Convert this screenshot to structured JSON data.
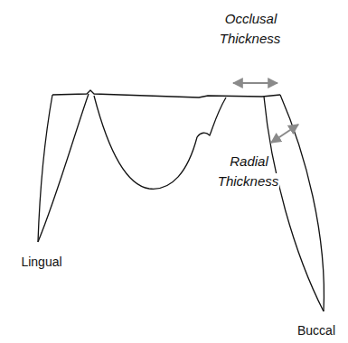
{
  "diagram": {
    "labels": [
      "Occlusal Thickness",
      "Radial Thickness",
      "Lingual",
      "Buccal"
    ]
  }
}
